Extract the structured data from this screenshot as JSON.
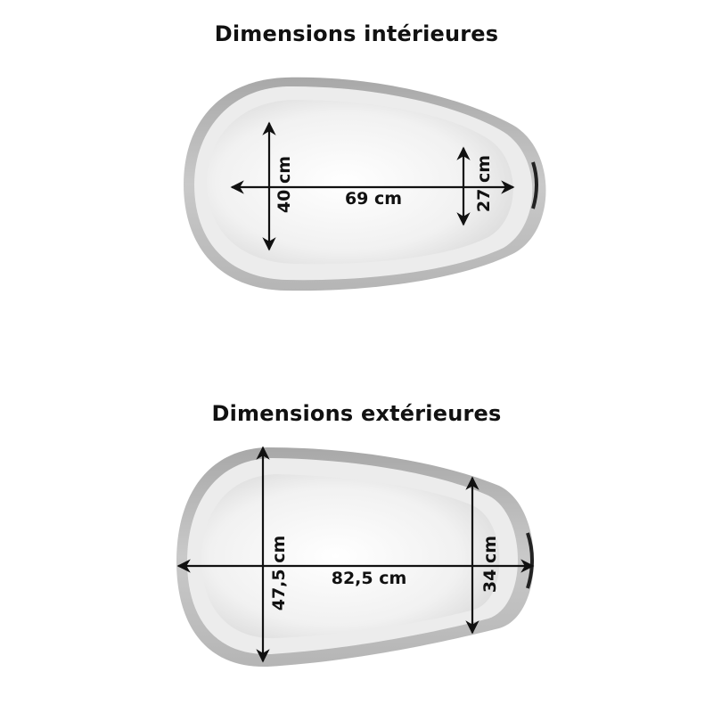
{
  "interior": {
    "title": "Dimensions intérieures",
    "length_label": "69 cm",
    "width_large_label": "40 cm",
    "width_small_label": "27 cm"
  },
  "exterior": {
    "title": "Dimensions extérieures",
    "length_label": "82,5 cm",
    "width_large_label": "47,5 cm",
    "width_small_label": "34 cm"
  },
  "colors": {
    "rim": "#9a9a9a",
    "basin": "#f2f2f2",
    "arrow": "#111111"
  }
}
